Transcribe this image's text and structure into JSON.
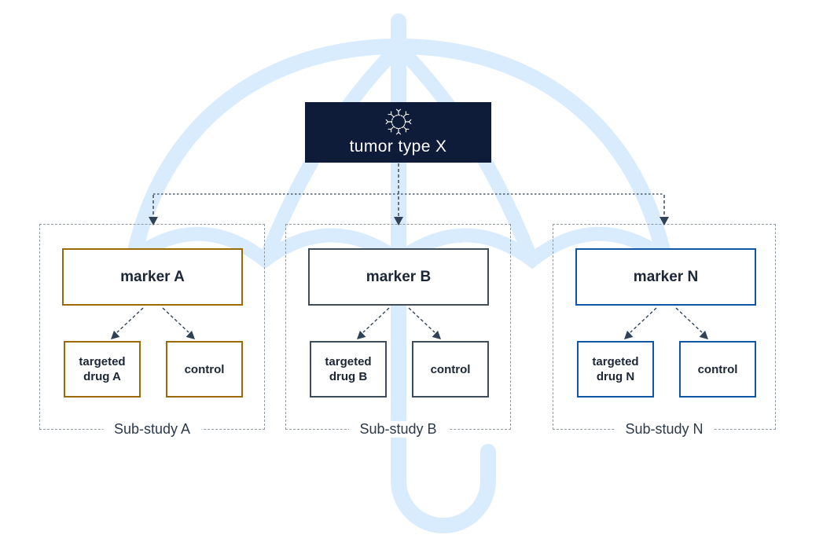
{
  "diagram": {
    "title_node": {
      "label": "tumor type X",
      "icon": "virus-icon"
    },
    "substudies": [
      {
        "name": "Sub-study A",
        "marker_label": "marker A",
        "targeted_drug_label": "targeted drug A",
        "control_label": "control",
        "accent_color": "#9a6a08"
      },
      {
        "name": "Sub-study B",
        "marker_label": "marker B",
        "targeted_drug_label": "targeted drug B",
        "control_label": "control",
        "accent_color": "#3f4c5a"
      },
      {
        "name": "Sub-study N",
        "marker_label": "marker N",
        "targeted_drug_label": "targeted drug N",
        "control_label": "control",
        "accent_color": "#0f56a5"
      }
    ],
    "colors": {
      "root_bg": "#0e1c3a",
      "root_text": "#ffffff",
      "umbrella": "#d9ecfd",
      "connector": "#2f4257",
      "container_border": "#8f99a3",
      "node_text": "#1b2636",
      "label_text": "#2c3a49"
    }
  }
}
